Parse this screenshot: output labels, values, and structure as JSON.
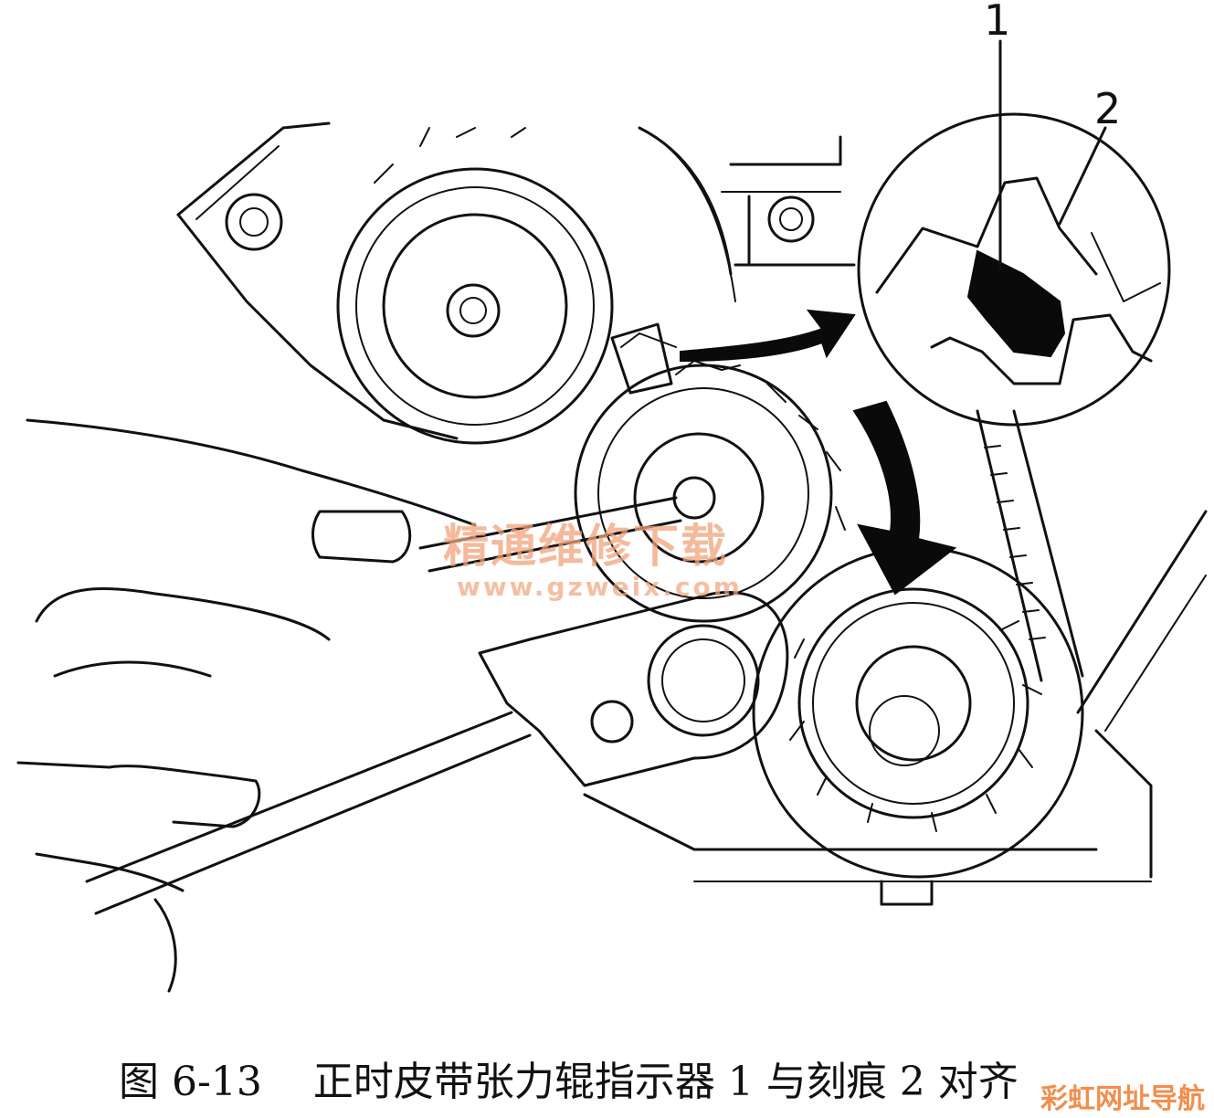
{
  "callouts": {
    "one": "1",
    "two": "2"
  },
  "watermark": {
    "cn": "精通维修下载",
    "url": "www.gzweix.com"
  },
  "caption": {
    "number": "图 6-13",
    "text": "正时皮带张力辊指示器 1 与刻痕 2 对齐"
  },
  "site_mark": "彩虹网址导航",
  "colors": {
    "ink": "#111111",
    "watermark": "#f2a27a",
    "site_mark": "#f07a2e"
  }
}
